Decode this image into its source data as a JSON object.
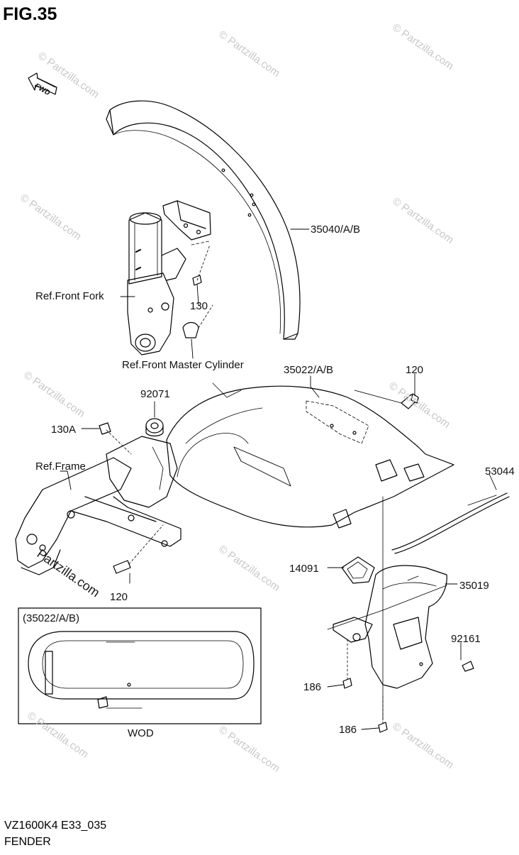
{
  "figure": {
    "title": "FIG.35",
    "fwd_label": "FWD",
    "model_code": "VZ1600K4 E33_035",
    "section_name": "FENDER"
  },
  "callouts": {
    "front_fender": "35040/A/B",
    "ref_front_fork": "Ref.Front Fork",
    "bolt_130": "130",
    "ref_master_cylinder": "Ref.Front Master Cylinder",
    "rear_fender": "35022/A/B",
    "bolt_120_top": "120",
    "cushion": "92071",
    "bolt_130a": "130A",
    "ref_frame": "Ref.Frame",
    "cable": "53044",
    "cushion_14091": "14091",
    "rear_inner_fender": "35019",
    "bolt_120_bottom": "120",
    "clip_92161": "92161",
    "bolt_186_a": "186",
    "bolt_186_b": "186"
  },
  "inset": {
    "label": "(35022/A/B)",
    "caption": "WOD"
  },
  "watermark": {
    "text": "© Partzilla.com",
    "inline_text": "Partzilla.com"
  }
}
